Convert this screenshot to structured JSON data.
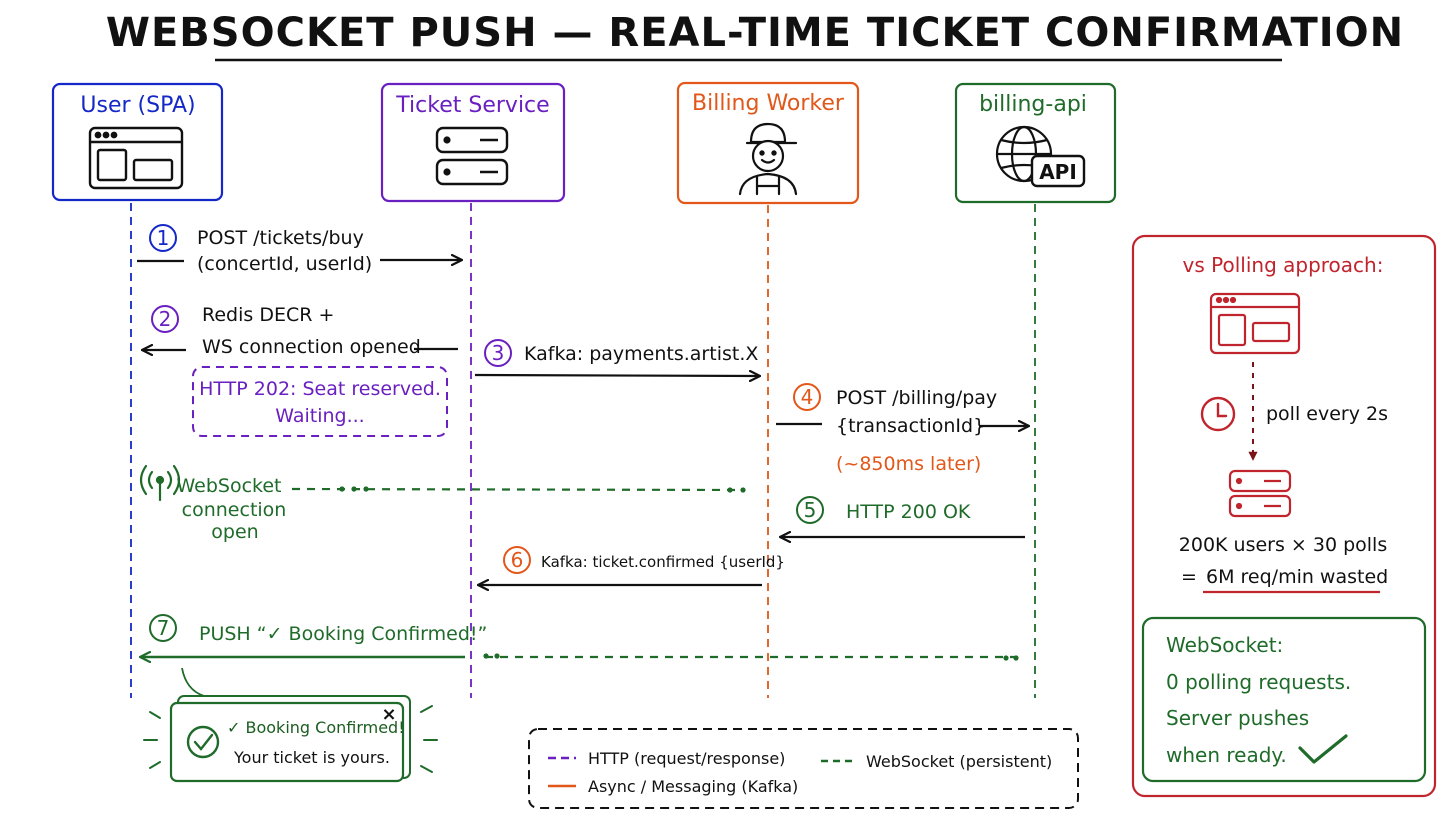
{
  "title": "WEBSOCKET PUSH — REAL-TIME TICKET CONFIRMATION",
  "colors": {
    "user": "#1428c8",
    "ticket": "#6a1fc0",
    "billing_worker": "#e2571a",
    "billing_api": "#1f6b2a",
    "websocket": "#1f6b2a",
    "polling": "#c0242c",
    "ink": "#111111"
  },
  "actors": [
    {
      "id": "user",
      "label": "User (SPA)",
      "icon": "browser-window-icon"
    },
    {
      "id": "ticket",
      "label": "Ticket Service",
      "icon": "server-icon"
    },
    {
      "id": "billing_worker",
      "label": "Billing Worker",
      "icon": "worker-icon"
    },
    {
      "id": "billing_api",
      "label": "billing-api",
      "icon": "globe-api-icon",
      "badge": "API"
    }
  ],
  "steps": {
    "s1": {
      "num": "1",
      "line1": "POST /tickets/buy",
      "line2": "(concertId, userId)"
    },
    "s2": {
      "num": "2",
      "line1": "Redis DECR +",
      "line2": "WS connection opened"
    },
    "reserved": {
      "line1": "HTTP 202: Seat reserved.",
      "line2": "Waiting..."
    },
    "s3": {
      "num": "3",
      "label": "Kafka: payments.artist.X"
    },
    "s4": {
      "num": "4",
      "line1": "POST /billing/pay",
      "line2": "{transactionId}",
      "note": "(~850ms later)"
    },
    "ws_open": {
      "line1": "WebSocket",
      "line2": "connection",
      "line3": "open"
    },
    "s5": {
      "num": "5",
      "label": "HTTP 200 OK"
    },
    "s6": {
      "num": "6",
      "label": "Kafka: ticket.confirmed {userId}"
    },
    "s7": {
      "num": "7",
      "label": "PUSH “✓ Booking Confirmed!”"
    }
  },
  "toast": {
    "title": "✓ Booking Confirmed!",
    "body": "Your ticket is yours.",
    "close": "×"
  },
  "legend": {
    "http": "HTTP (request/response)",
    "async": "Async / Messaging (Kafka)",
    "websocket": "WebSocket (persistent)"
  },
  "polling_panel": {
    "title": "vs Polling approach:",
    "poll_label": "poll every 2s",
    "stat_line1": "200K users × 30 polls",
    "stat_prefix": "= ",
    "stat_line2": "6M req/min wasted"
  },
  "websocket_panel": {
    "line1": "WebSocket:",
    "line2": "0 polling requests.",
    "line3": "Server pushes",
    "line4": "when ready."
  }
}
